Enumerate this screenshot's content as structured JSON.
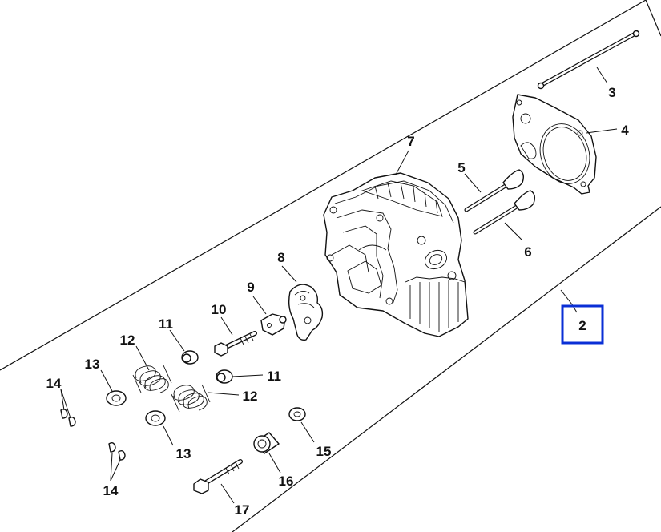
{
  "callouts": {
    "c2": "2",
    "c3": "3",
    "c4": "4",
    "c5": "5",
    "c6": "6",
    "c7": "7",
    "c8": "8",
    "c9": "9",
    "c10": "10",
    "c11a": "11",
    "c11b": "11",
    "c12a": "12",
    "c12b": "12",
    "c13a": "13",
    "c13b": "13",
    "c14a": "14",
    "c14b": "14",
    "c15": "15",
    "c16": "16",
    "c17": "17"
  },
  "colors": {
    "highlight": "#0a2fd6",
    "ink": "#111111"
  }
}
